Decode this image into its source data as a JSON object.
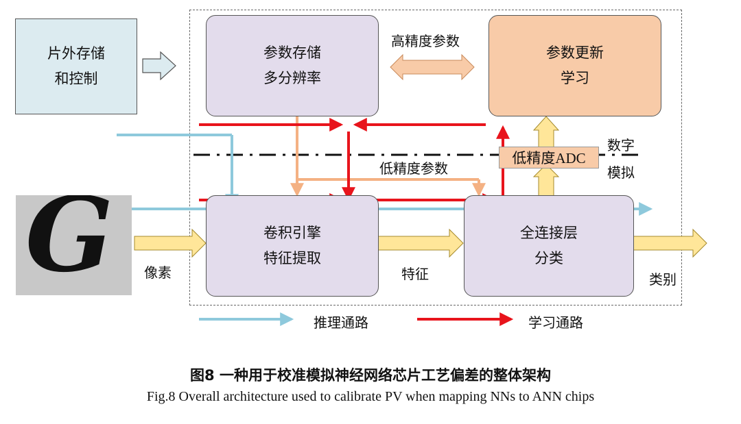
{
  "boxes": {
    "offchip": {
      "line1": "片外存储",
      "line2": "和控制"
    },
    "param_storage": {
      "line1": "参数存储",
      "line2": "多分辨率"
    },
    "param_update": {
      "line1": "参数更新",
      "line2": "学习"
    },
    "conv_engine": {
      "line1": "卷积引擎",
      "line2": "特征提取"
    },
    "fc_layer": {
      "line1": "全连接层",
      "line2": "分类"
    },
    "adc": {
      "text": "低精度ADC"
    }
  },
  "labels": {
    "high_precision_params": "高精度参数",
    "low_precision_params": "低精度参数",
    "digital": "数字",
    "analog": "模拟",
    "pixels": "像素",
    "features": "特征",
    "category": "类别",
    "input_glyph": "G"
  },
  "legend": {
    "inference": "推理通路",
    "learning": "学习通路"
  },
  "caption": {
    "zh": "图8 一种用于校准模拟神经网络芯片工艺偏差的整体架构",
    "en": "Fig.8 Overall architecture used to calibrate PV when mapping NNs to ANN chips"
  },
  "colors": {
    "inference_path": "#8ec9dc",
    "learning_path": "#e8141c",
    "param_arrow": "#f4b183",
    "data_arrow": "#ffe699",
    "box_purple": "#e3dcec",
    "box_orange": "#f8cba8",
    "box_lightblue": "#dcebf0"
  }
}
